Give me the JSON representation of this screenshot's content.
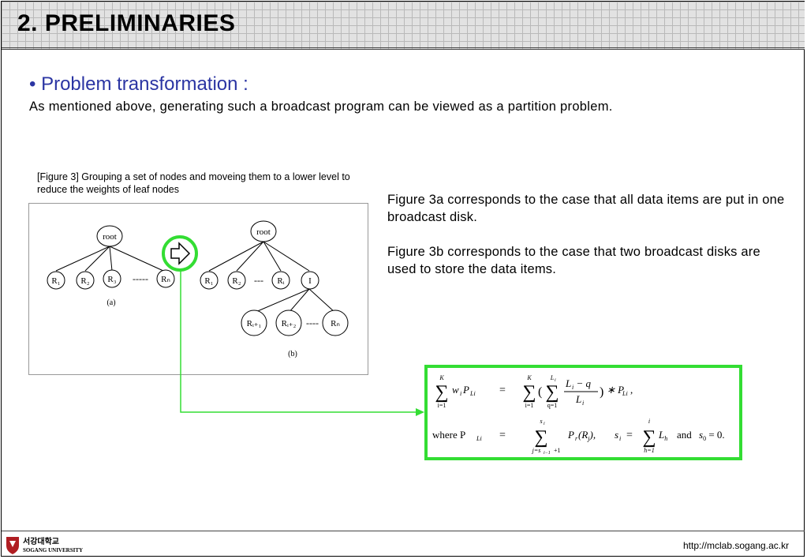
{
  "header": {
    "title": "2. PRELIMINARIES"
  },
  "section": {
    "heading": "• Problem transformation :",
    "intro": "As mentioned above, generating such a broadcast program can be viewed as a partition problem."
  },
  "figure": {
    "caption_tag": "[Figure 3]",
    "caption_text": " Grouping a set of nodes and moveing them to a lower level to reduce the weights of leaf nodes",
    "tree_a": {
      "root": "root",
      "leaves": [
        "R₁",
        "R₂",
        "R₃",
        "Rₙ"
      ],
      "ellipsis": "-----",
      "label": "(a)"
    },
    "tree_b": {
      "root": "root",
      "leaves": [
        "R₁",
        "R₂",
        "Rᵢ",
        "I"
      ],
      "ellipsis": "---",
      "sub_leaves": [
        "Rᵢ₊₁",
        "Rᵢ₊₂",
        "Rₙ"
      ],
      "sub_ellipsis": "----",
      "label": "(b)"
    }
  },
  "paragraphs": [
    {
      "lead": "Figure 3a",
      "text": " corresponds to the case that all data items are put in one broadcast disk."
    },
    {
      "lead": "Figure 3b",
      "text": " corresponds to the case that two broadcast disks are used to store the data items."
    }
  ],
  "formula": {
    "line1_lhs_sum_top": "K",
    "line1_lhs_sum_bottom": "i=1",
    "line1_lhs_term": "w",
    "eq": "=",
    "line1_rhs_outer_top": "K",
    "line1_rhs_outer_bottom": "i=1",
    "line1_rhs_inner_top": "L",
    "line1_rhs_inner_bottom": "q=1",
    "line1_frac_num": "L",
    "line1_frac_den": "L",
    "line2_where": "where P",
    "line2_sum_top": "s",
    "line2_sum_bottom": "j=s",
    "line2_term": "P",
    "line2_s_eq": "s",
    "line2_sum2_top": "i",
    "line2_sum2_bottom": "h=1",
    "line2_and": "and"
  },
  "footer": {
    "logo_korean": "서강대학교",
    "logo_english": "SOGANG UNIVERSITY",
    "url": "http://mclab.sogang.ac.kr"
  },
  "colors": {
    "heading": "#2b35a3",
    "highlight": "#33dd33",
    "logo_red": "#b01e23"
  },
  "icons": [
    "right-arrow-icon",
    "university-shield-icon"
  ]
}
